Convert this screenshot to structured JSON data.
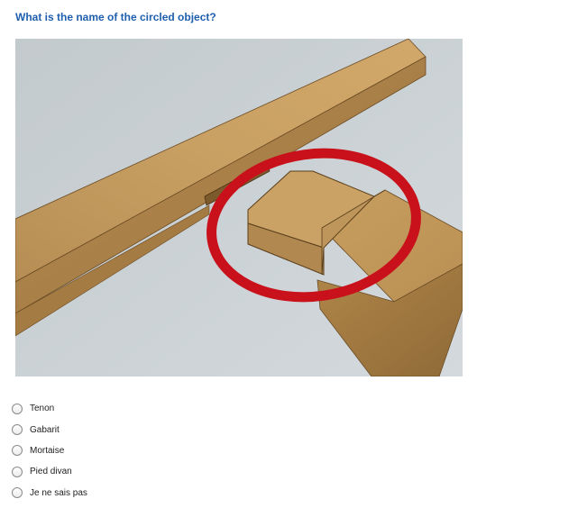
{
  "question": {
    "title": "What is the name of the circled object?"
  },
  "figure": {
    "icon": "wood-joint-image",
    "colors": {
      "background": "#c7ced2",
      "wood": "#c49a5a",
      "highlight_circle": "#c8111a"
    }
  },
  "options": [
    {
      "label": "Tenon",
      "selected": false
    },
    {
      "label": "Gabarit",
      "selected": false
    },
    {
      "label": "Mortaise",
      "selected": false
    },
    {
      "label": "Pied divan",
      "selected": false
    },
    {
      "label": "Je ne sais pas",
      "selected": false
    }
  ]
}
